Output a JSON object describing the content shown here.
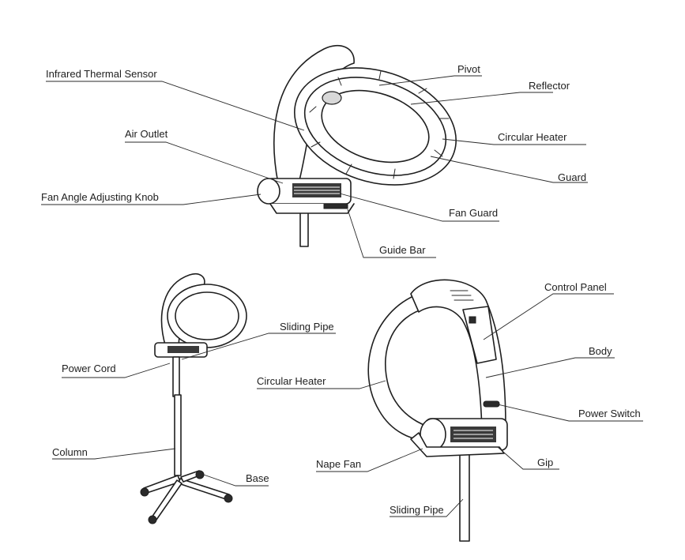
{
  "figure1": {
    "infrared_thermal_sensor": "Infrared Thermal Sensor",
    "pivot": "Pivot",
    "reflector": "Reflector",
    "circular_heater": "Circular Heater",
    "guard": "Guard",
    "air_outlet": "Air Outlet",
    "fan_angle_adjusting_knob": "Fan Angle Adjusting Knob",
    "fan_guard": "Fan Guard",
    "guide_bar": "Guide Bar"
  },
  "figure2": {
    "sliding_pipe": "Sliding Pipe",
    "power_cord": "Power Cord",
    "column": "Column",
    "base": "Base"
  },
  "figure3": {
    "control_panel": "Control Panel",
    "body": "Body",
    "circular_heater": "Circular Heater",
    "power_switch": "Power Switch",
    "nape_fan": "Nape Fan",
    "gip": "Gip",
    "sliding_pipe": "Sliding Pipe"
  }
}
